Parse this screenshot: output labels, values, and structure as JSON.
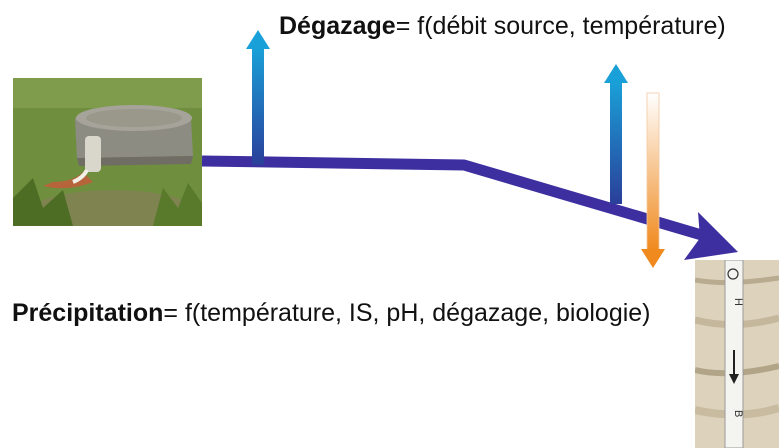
{
  "degazage": {
    "term": "Dégazage",
    "formula": "= f(débit source, température)"
  },
  "precipitation": {
    "term": "Précipitation",
    "formula": "= f(température, IS, pH, dégazage, biologie)"
  },
  "colors": {
    "flow_arrow": "#3d2fa0",
    "up_arrow_top": "#1aa0d8",
    "up_arrow_bottom": "#2a3f9a",
    "down_arrow_top": "#ffffff",
    "down_arrow_bottom": "#f08a1e"
  },
  "images": {
    "spring_photo": "spring-photo",
    "core_photo": "rock-core-photo"
  }
}
